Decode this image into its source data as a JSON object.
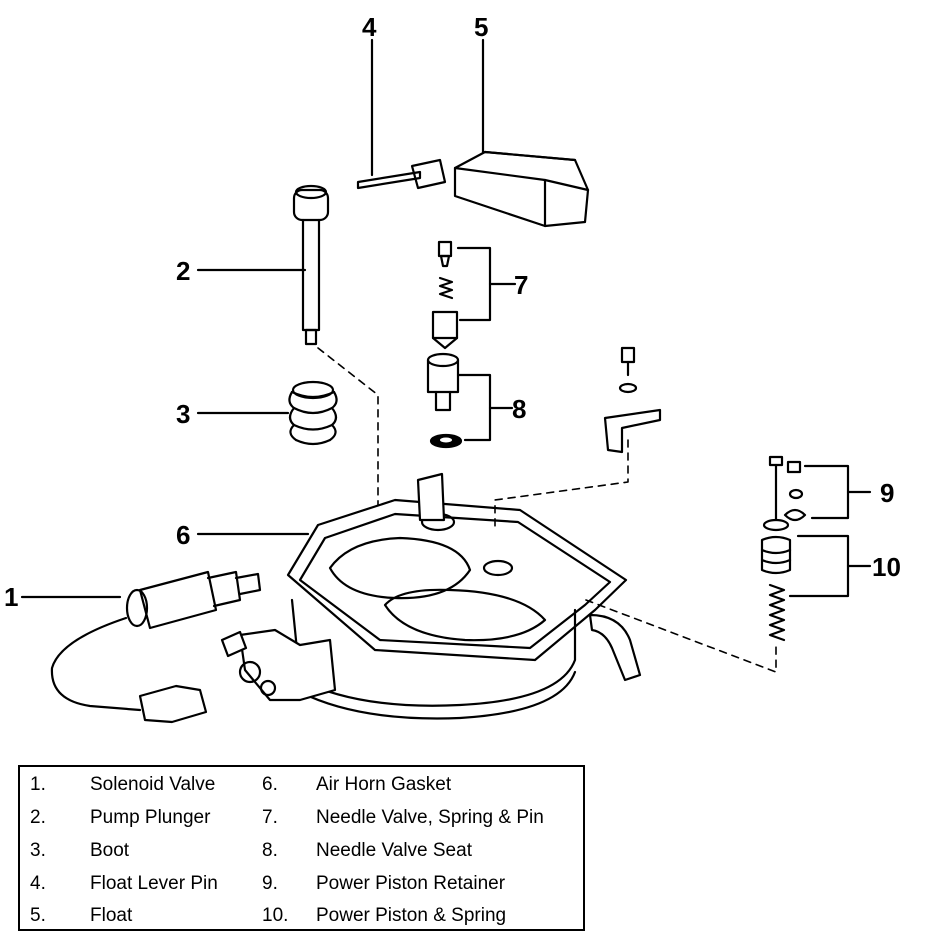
{
  "callouts": [
    "1",
    "2",
    "3",
    "4",
    "5",
    "6",
    "7",
    "8",
    "9",
    "10"
  ],
  "legend": {
    "left": [
      {
        "num": "1.",
        "label": "Solenoid Valve"
      },
      {
        "num": "2.",
        "label": "Pump Plunger"
      },
      {
        "num": "3.",
        "label": "Boot"
      },
      {
        "num": "4.",
        "label": "Float Lever Pin"
      },
      {
        "num": "5.",
        "label": "Float"
      }
    ],
    "right": [
      {
        "num": "6.",
        "label": "Air Horn Gasket"
      },
      {
        "num": "7.",
        "label": "Needle Valve, Spring & Pin"
      },
      {
        "num": "8.",
        "label": "Needle Valve Seat"
      },
      {
        "num": "9.",
        "label": "Power Piston Retainer"
      },
      {
        "num": "10.",
        "label": "Power Piston & Spring"
      }
    ]
  }
}
